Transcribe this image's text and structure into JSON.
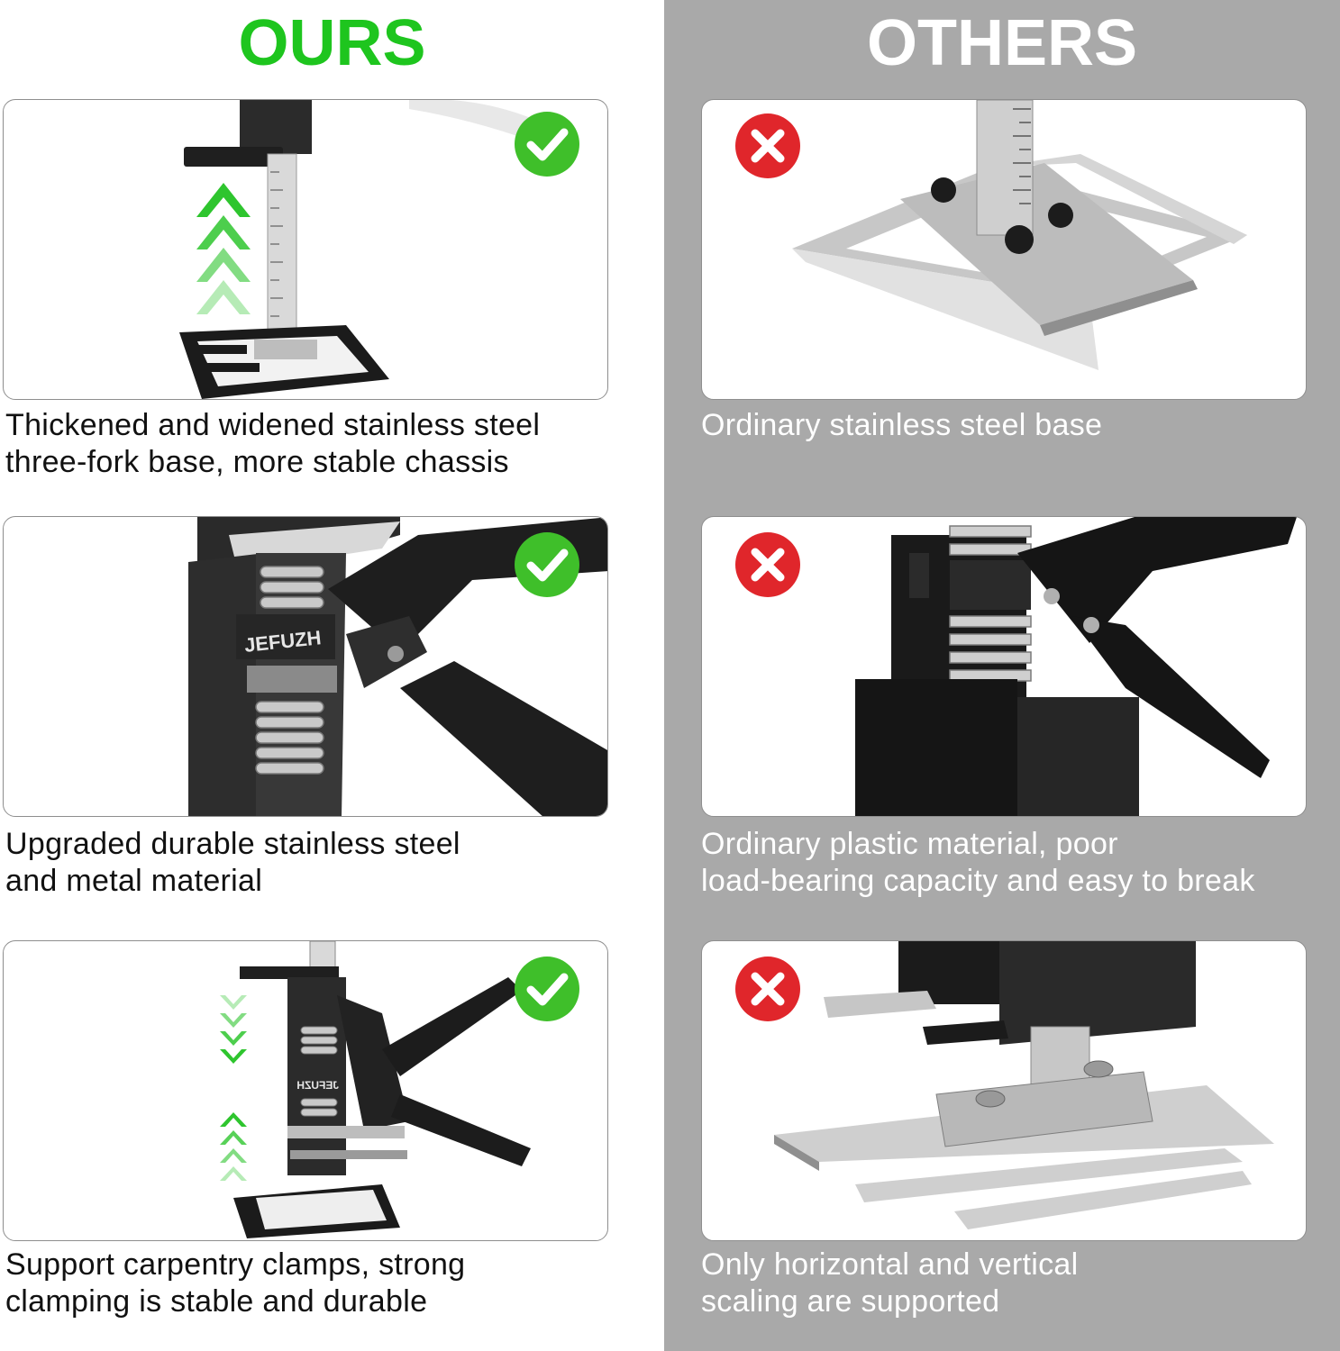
{
  "headers": {
    "ours": "OURS",
    "others": "OTHERS"
  },
  "colors": {
    "ours_green": "#1ec51e",
    "check_green": "#3fbf2a",
    "cross_red": "#e0262b",
    "others_bg": "#a9a9a9"
  },
  "rows": [
    {
      "ours": {
        "lines": [
          "Thickened and widened stainless steel",
          "three-fork base, more stable chassis"
        ],
        "badge_icon": "check-icon"
      },
      "others": {
        "lines": [
          "Ordinary stainless steel base"
        ],
        "badge_icon": "cross-icon"
      }
    },
    {
      "ours": {
        "lines": [
          "Upgraded durable stainless steel",
          "and metal material"
        ],
        "badge_icon": "check-icon",
        "brand_text": "JEFUZH"
      },
      "others": {
        "lines": [
          "Ordinary plastic material, poor",
          "load-bearing capacity and easy to break"
        ],
        "badge_icon": "cross-icon"
      }
    },
    {
      "ours": {
        "lines": [
          "Support carpentry clamps, strong",
          "clamping is stable and durable"
        ],
        "badge_icon": "check-icon",
        "brand_text": "JEFUZH"
      },
      "others": {
        "lines": [
          "Only horizontal and vertical",
          "scaling are supported"
        ],
        "badge_icon": "cross-icon"
      }
    }
  ]
}
